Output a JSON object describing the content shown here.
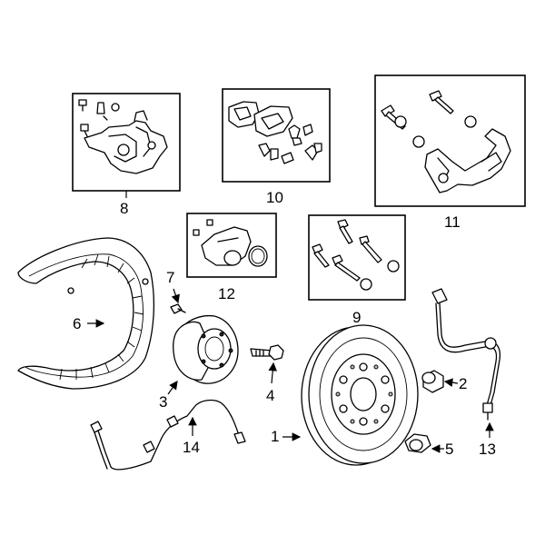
{
  "diagram": {
    "callouts": {
      "c1": "1",
      "c2": "2",
      "c3": "3",
      "c4": "4",
      "c5": "5",
      "c6": "6",
      "c7": "7",
      "c8": "8",
      "c9": "9",
      "c10": "10",
      "c11": "11",
      "c12": "12",
      "c13": "13",
      "c14": "14"
    }
  }
}
